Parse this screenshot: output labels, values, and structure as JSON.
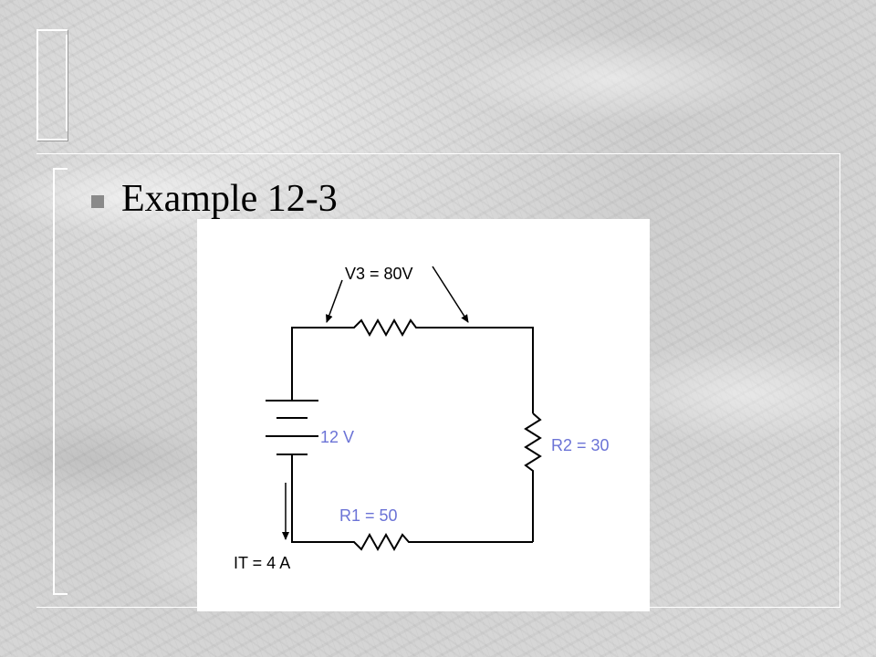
{
  "slide": {
    "heading": "Example 12-3"
  },
  "circuit": {
    "label_v3": "V3 = 80V",
    "label_source": "12 V",
    "label_r2": "R2 = 30",
    "label_r1": "R1 = 50",
    "label_it": "IT = 4 A"
  },
  "colors": {
    "label_blue": "#6b73d6",
    "wire": "#000000"
  }
}
